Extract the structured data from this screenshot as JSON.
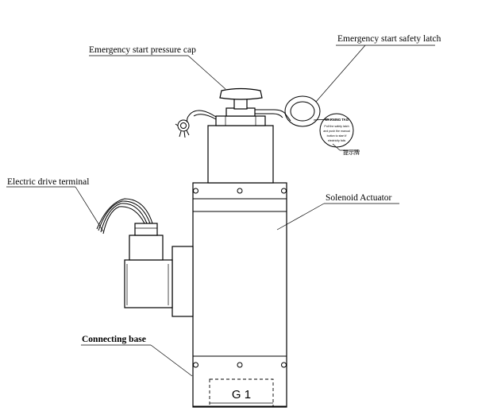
{
  "labels": {
    "pressure_cap": "Emergency start pressure cap",
    "safety_latch": "Emergency start safety latch",
    "electric_terminal": "Electric drive terminal",
    "solenoid_actuator": "Solenoid Actuator",
    "connecting_base": "Connecting base",
    "thread": "G 1"
  },
  "tag": {
    "title": "WARNING TAG",
    "lines": [
      "Pull the safety latch",
      "and push the manual",
      "button to start if",
      "electricity fails"
    ],
    "caption": "提示牌"
  }
}
